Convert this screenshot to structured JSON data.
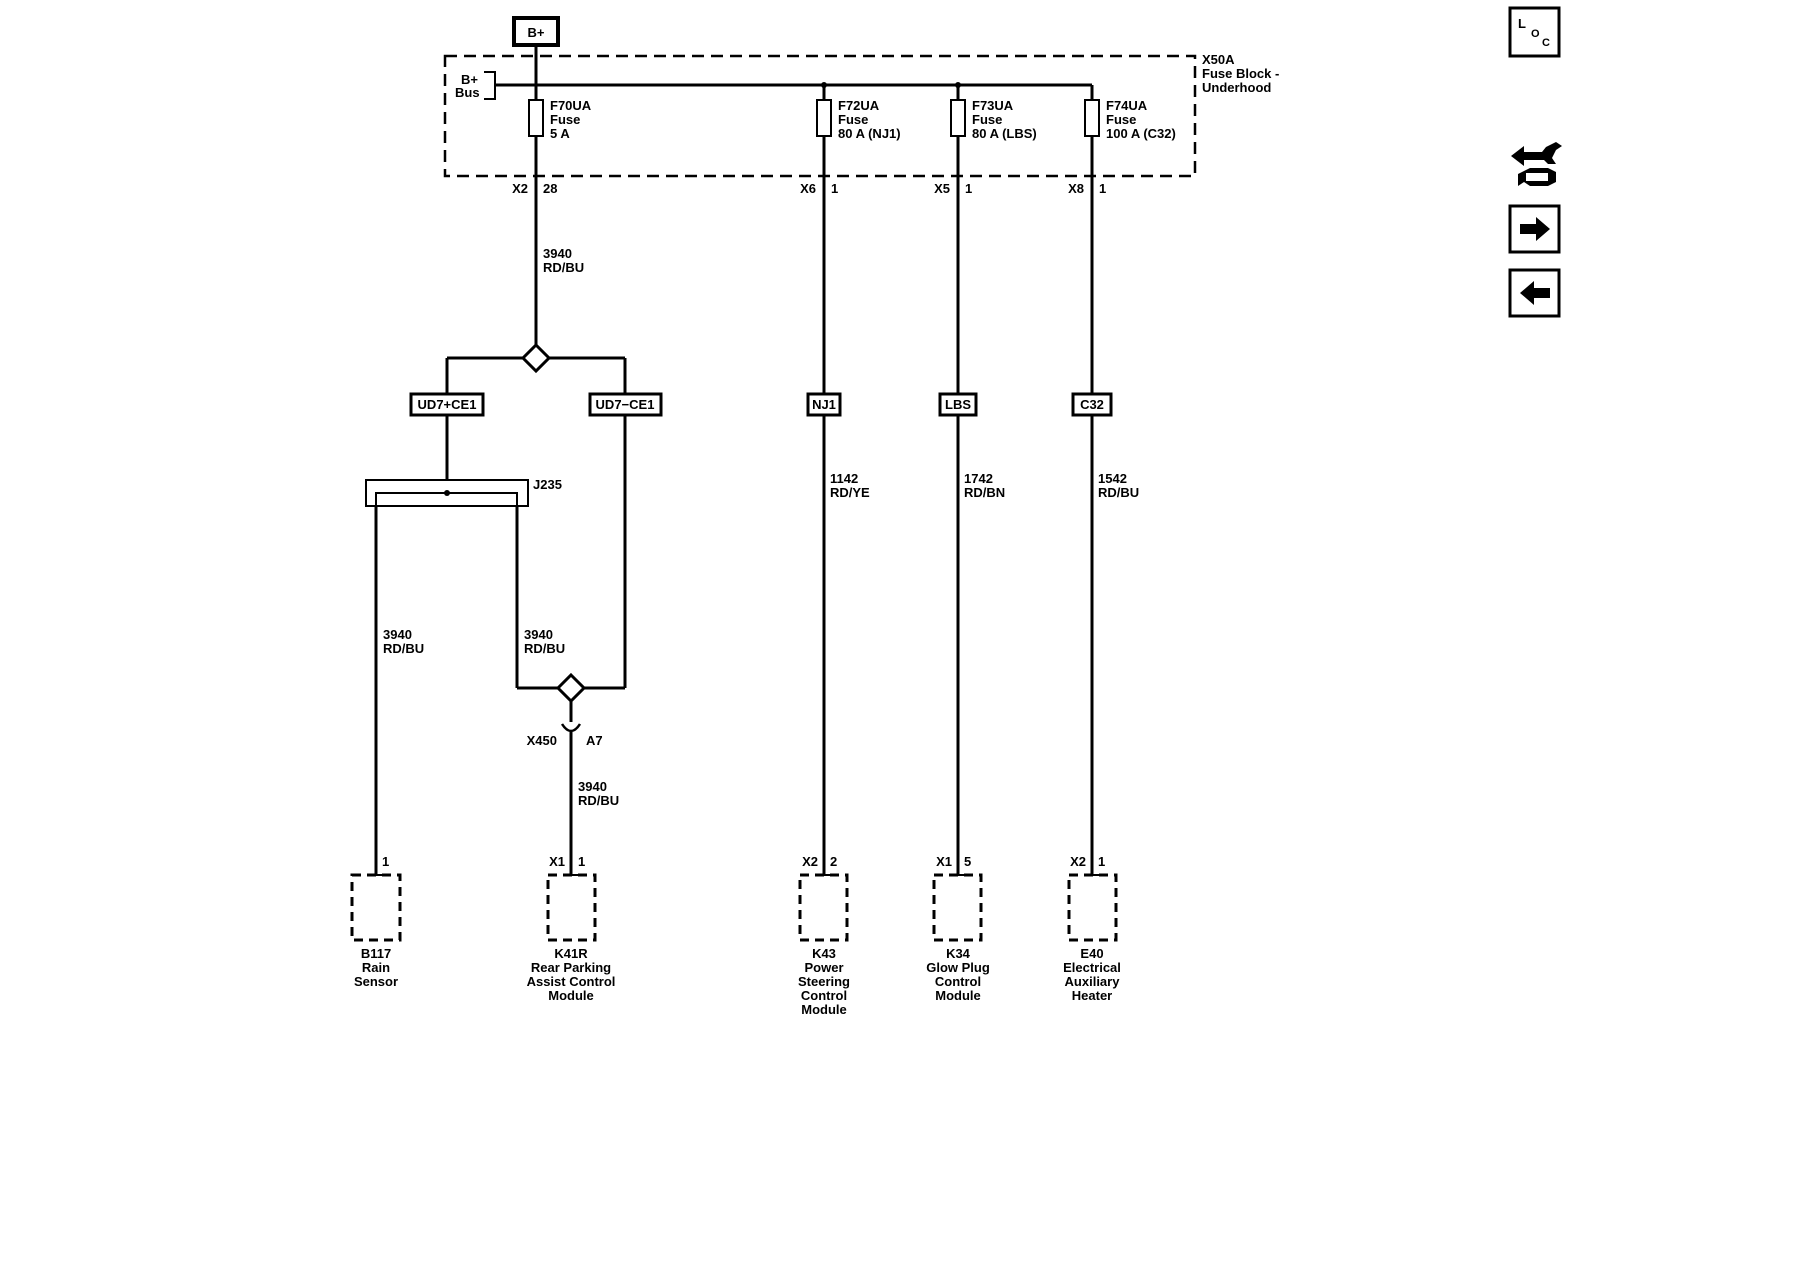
{
  "power_source": "B+",
  "fuse_block": {
    "id": "X50A",
    "name_line1": "Fuse Block -",
    "name_line2": "Underhood",
    "bus_line1": "B+",
    "bus_line2": "Bus"
  },
  "fuses": [
    {
      "id": "F70UA",
      "type": "Fuse",
      "rating": "5 A",
      "connector": "X2",
      "pin": "28"
    },
    {
      "id": "F72UA",
      "type": "Fuse",
      "rating": "80 A (NJ1)",
      "connector": "X6",
      "pin": "1"
    },
    {
      "id": "F73UA",
      "type": "Fuse",
      "rating": "80 A (LBS)",
      "connector": "X5",
      "pin": "1"
    },
    {
      "id": "F74UA",
      "type": "Fuse",
      "rating": "100 A (C32)",
      "connector": "X8",
      "pin": "1"
    }
  ],
  "wires": {
    "main_circuit": "3940",
    "main_color": "RD/BU",
    "left_circuit": "3940",
    "left_color": "RD/BU",
    "right_circuit": "3940",
    "right_color": "RD/BU",
    "module_circuit": "3940",
    "module_color": "RD/BU",
    "nj1_circuit": "1142",
    "nj1_color": "RD/YE",
    "lbs_circuit": "1742",
    "lbs_color": "RD/BN",
    "c32_circuit": "1542",
    "c32_color": "RD/BU"
  },
  "options": {
    "left": "UD7+CE1",
    "right": "UD7−CE1",
    "nj1": "NJ1",
    "lbs": "LBS",
    "c32": "C32"
  },
  "splice": "J235",
  "inline_connector": {
    "id": "X450",
    "pin": "A7"
  },
  "components": [
    {
      "connector": "",
      "pin": "1",
      "id": "B117",
      "name": [
        "Rain",
        "Sensor"
      ]
    },
    {
      "connector": "X1",
      "pin": "1",
      "id": "K41R",
      "name": [
        "Rear Parking",
        "Assist Control",
        "Module"
      ]
    },
    {
      "connector": "X2",
      "pin": "2",
      "id": "K43",
      "name": [
        "Power",
        "Steering",
        "Control",
        "Module"
      ]
    },
    {
      "connector": "X1",
      "pin": "5",
      "id": "K34",
      "name": [
        "Glow Plug",
        "Control",
        "Module"
      ]
    },
    {
      "connector": "X2",
      "pin": "1",
      "id": "E40",
      "name": [
        "Electrical",
        "Auxiliary",
        "Heater"
      ]
    }
  ],
  "sidebar": {
    "loc": {
      "l": "L",
      "o": "O",
      "c": "C",
      "icon": "location-view-icon"
    },
    "swap_icon": "connector-swap-icon",
    "next_icon": "arrow-right-icon",
    "prev_icon": "arrow-left-icon"
  }
}
